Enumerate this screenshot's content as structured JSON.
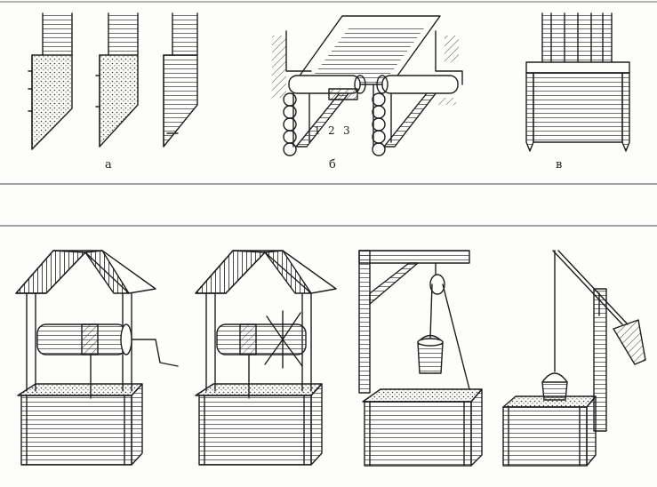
{
  "panel_top": {
    "labels": {
      "a": "а",
      "b": "б",
      "v": "в"
    },
    "numbers": [
      "1",
      "2",
      "3"
    ]
  },
  "colors": {
    "ink": "#1e1e1e",
    "paper": "#fdfdfb",
    "rule": "#6a6a6a"
  }
}
